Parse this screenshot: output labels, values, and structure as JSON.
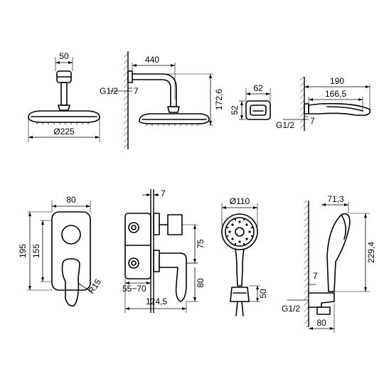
{
  "head_top": {
    "width": "50",
    "diameter": "Ø225"
  },
  "head_side": {
    "reach": "440",
    "drop": "172,6",
    "thread": "G1/2",
    "wall": "7"
  },
  "spout_front": {
    "width": "62",
    "height": "52"
  },
  "spout_side": {
    "length": "190",
    "projection": "166,5",
    "thread": "G1/2",
    "wall": "7"
  },
  "mixer_front": {
    "width": "80",
    "height_outer": "195",
    "height_inner": "155",
    "radius": "R15"
  },
  "mixer_side": {
    "wall": "7",
    "spacing": "75",
    "depth_lower": "80",
    "range": "55~70",
    "depth": "124,5"
  },
  "handshower": {
    "diameter": "Ø110",
    "holder": "50"
  },
  "holder_side": {
    "width": "80",
    "offset": "71,3",
    "height": "229,4",
    "thread": "G1/2",
    "wall": "7"
  }
}
